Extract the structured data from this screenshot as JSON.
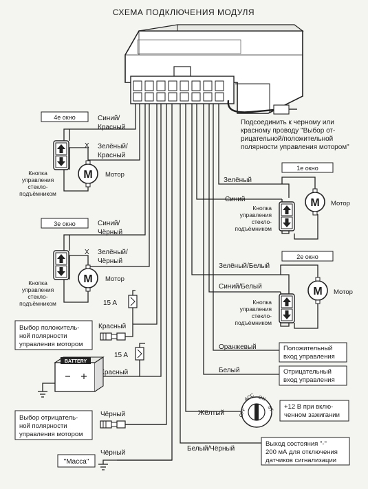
{
  "title": "СХЕМА ПОДКЛЮЧЕНИЯ МОДУЛЯ",
  "note": [
    "Подсоединить к черному или",
    "красному проводу \"Выбор от-",
    "рицательной/положительной",
    "полярности управления мотором\""
  ],
  "windows": {
    "w4": "4е окно",
    "w3": "3е окно",
    "w1": "1е окно",
    "w2": "2е окно"
  },
  "wires": {
    "w4_blue_red": [
      "Синий/",
      "Красный"
    ],
    "w4_green_red": [
      "Зелёный/",
      "Красный"
    ],
    "w3_blue_black": [
      "Синий/",
      "Чёрный"
    ],
    "w3_green_black": [
      "Зелёный/",
      "Чёрный"
    ],
    "w1_green": "Зелёный",
    "w1_blue": "Синий",
    "w2_green_white": "Зелёный/Белый",
    "w2_blue_white": "Синий/Белый",
    "red_1": "Красный",
    "red_2": "Красный",
    "black_1": "Чёрный",
    "black_2": "Чёрный",
    "orange": "Оранжевый",
    "white": "Белый",
    "yellow": "Жёлтый",
    "white_black": "Белый/Чёрный"
  },
  "button_label": [
    "Кнопка",
    "управления",
    "стекло-",
    "подъёмником"
  ],
  "motor_label": "Мотор",
  "motor_symbol": "M",
  "x_mark": "X",
  "fuse": "15 A",
  "battery_label": "BATTERY",
  "ignition": {
    "off": "OFF",
    "acc": "ACC",
    "on": "ON",
    "st": "ST"
  },
  "boxes": {
    "pos_polarity": [
      "Выбор положитель-",
      "ной полярности",
      "управления мотором"
    ],
    "neg_polarity": [
      "Выбор отрицатель-",
      "ной полярности",
      "управления мотором"
    ],
    "ground": "\"Масса\"",
    "pos_input": [
      "Положительный",
      "вход управления"
    ],
    "neg_input": [
      "Отрицательный",
      "вход управления"
    ],
    "ignition_12v": [
      "+12 В при вклю-",
      "ченном зажигании"
    ],
    "status_out": [
      "Выход состояния \"-\"",
      "200 мА для отключения",
      "датчиков сигнализации"
    ]
  }
}
